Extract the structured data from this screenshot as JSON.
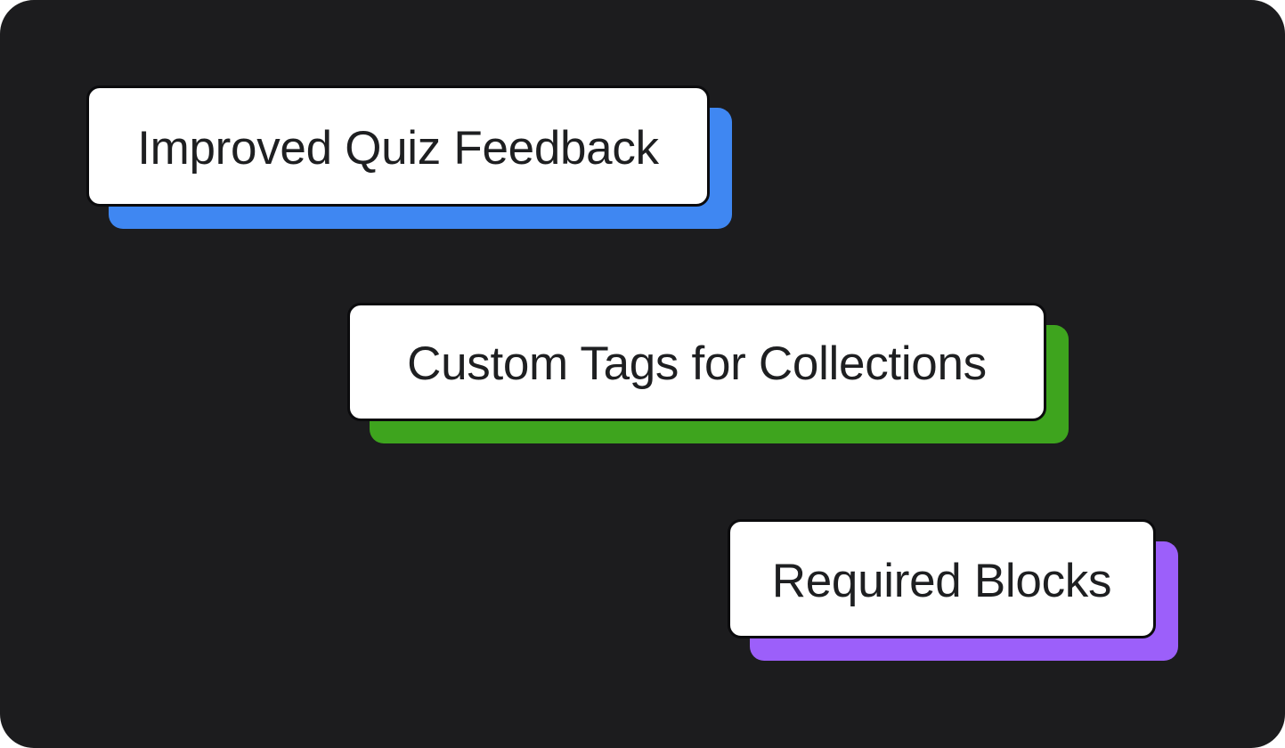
{
  "page": {
    "background": "#ffffff",
    "panel_color": "#1c1c1e"
  },
  "cards": [
    {
      "id": "improved-quiz-feedback",
      "label": "Improved Quiz Feedback",
      "accent": "#3f87f2"
    },
    {
      "id": "custom-tags-for-collections",
      "label": "Custom Tags for Collections",
      "accent": "#3ea41e"
    },
    {
      "id": "required-blocks",
      "label": "Required Blocks",
      "accent": "#9c5ffa"
    }
  ]
}
